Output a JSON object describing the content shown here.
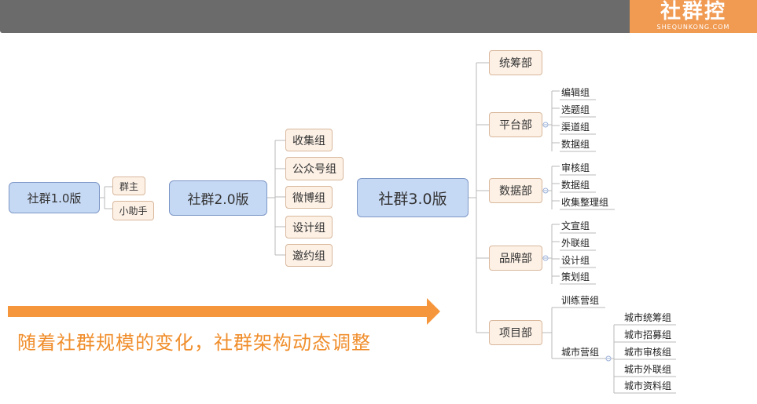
{
  "header": {
    "logo_text": "社群控",
    "logo_sub": "SHEQUNKONG.COM",
    "accent": "#f09a52"
  },
  "v1": {
    "title": "社群1.0版",
    "children": [
      "群主",
      "小助手"
    ]
  },
  "v2": {
    "title": "社群2.0版",
    "children": [
      "收集组",
      "公众号组",
      "微博组",
      "设计组",
      "邀约组"
    ]
  },
  "v3": {
    "title": "社群3.0版",
    "departments": [
      {
        "name": "统筹部",
        "groups": []
      },
      {
        "name": "平台部",
        "groups": [
          "编辑组",
          "选题组",
          "渠道组",
          "数据组"
        ]
      },
      {
        "name": "数据部",
        "groups": [
          "审核组",
          "数据组",
          "收集整理组"
        ]
      },
      {
        "name": "品牌部",
        "groups": [
          "文宣组",
          "外联组",
          "设计组",
          "策划组"
        ]
      },
      {
        "name": "项目部",
        "groups": [
          "训练营组",
          "城市营组"
        ],
        "sub": [
          "城市统筹组",
          "城市招募组",
          "城市审核组",
          "城市外联组",
          "城市资料组"
        ]
      }
    ]
  },
  "caption": "随着社群规模的变化，社群架构动态调整"
}
